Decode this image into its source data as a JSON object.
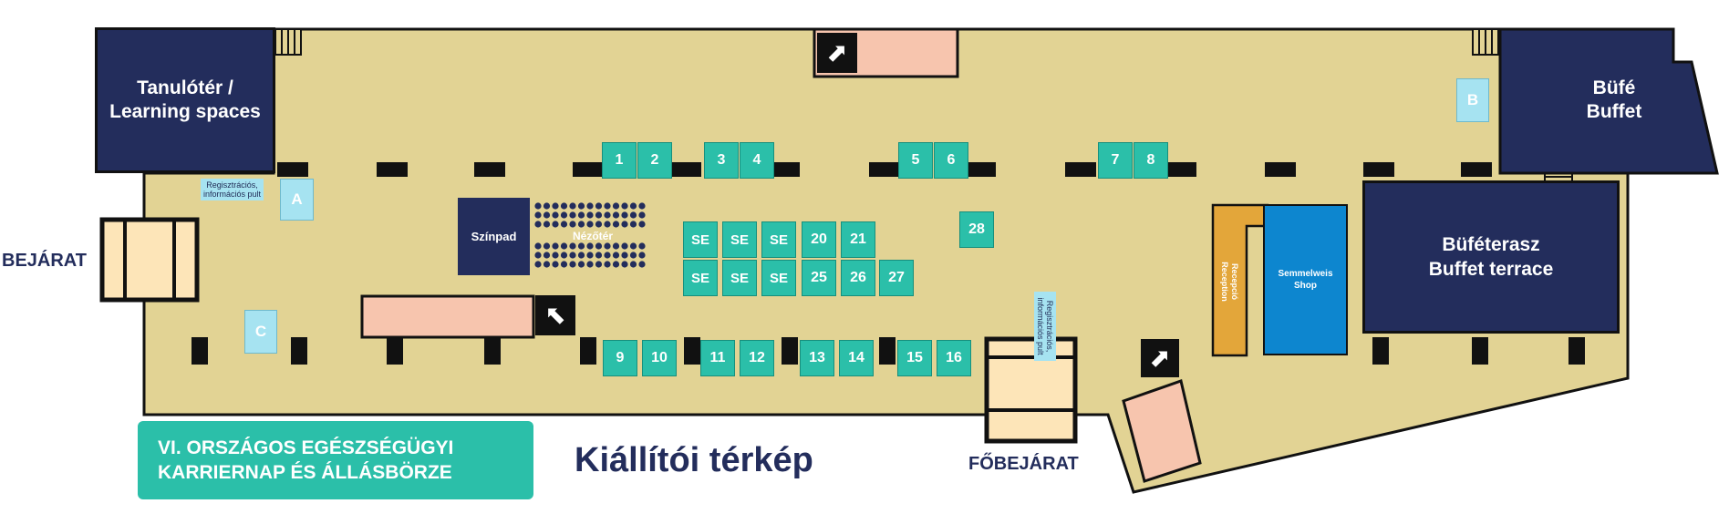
{
  "rooms": {
    "learning": "Tanulótér / Learning spaces",
    "learning_line1": "Tanulótér /",
    "learning_line2": "Learning spaces",
    "buffet_line1": "Büfé",
    "buffet_line2": "Buffet",
    "terrace_line1": "Büféterasz",
    "terrace_line2": "Buffet terrace",
    "stage": "Színpad",
    "audience": "Nézőtér",
    "shop_line1": "Semmelweis",
    "shop_line2": "Shop",
    "reception_line1": "Recepció",
    "reception_line2": "Reception"
  },
  "info_desk_line1": "Regisztrációs,",
  "info_desk_line2": "információs pult",
  "entrances": {
    "side": "BEJÁRAT",
    "main": "FŐBEJÁRAT"
  },
  "banner": {
    "line1": "VI. ORSZÁGOS EGÉSZSÉGÜGYI",
    "line2": "KARRIERNAP ÉS ÁLLÁSBÖRZE"
  },
  "title": "Kiállítói térkép",
  "markers": {
    "a": "A",
    "b": "B",
    "c": "C"
  },
  "booths_top": [
    "1",
    "2",
    "3",
    "4",
    "5",
    "6",
    "7",
    "8"
  ],
  "booths_bottom": [
    "9",
    "10",
    "11",
    "12",
    "13",
    "14",
    "15",
    "16"
  ],
  "booths_center_row1": [
    "SE",
    "SE",
    "SE",
    "20",
    "21"
  ],
  "booths_center_row2": [
    "SE",
    "SE",
    "SE",
    "25",
    "26",
    "27"
  ],
  "booth_28": "28",
  "colors": {
    "floor": "#e2d394",
    "booth": "#2bbfa9",
    "dark_room": "#232d5c",
    "pink": "#f7c5ae",
    "cream": "#fde5b8",
    "cyan": "#a6e3f1",
    "shop": "#0d86cf",
    "reception": "#e3a63a"
  }
}
